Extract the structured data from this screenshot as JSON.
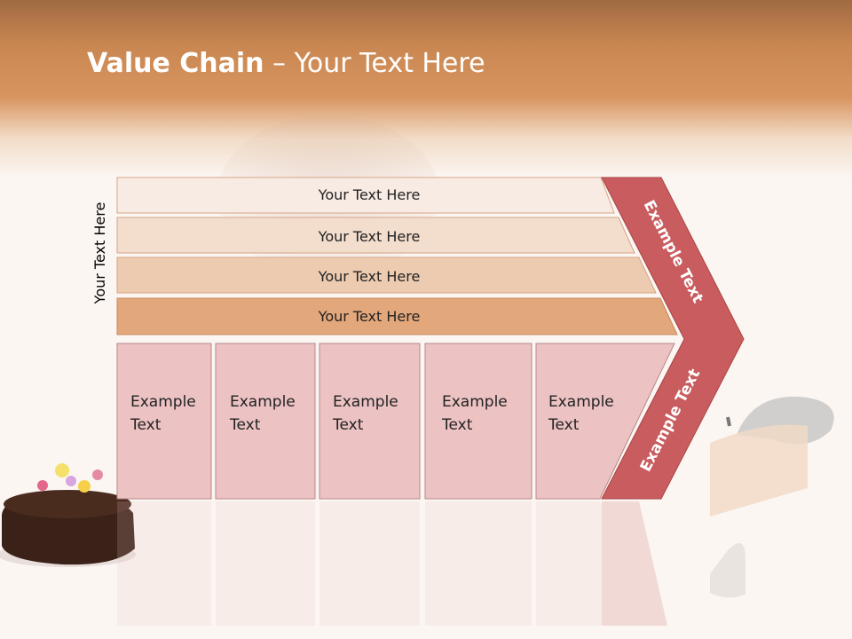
{
  "title": {
    "bold": "Value Chain",
    "rest": " – Your Text Here"
  },
  "side_label": "Your Text Here",
  "bars": [
    {
      "label": "Your Text Here",
      "color": "#f8ebe3"
    },
    {
      "label": "Your Text Here",
      "color": "#f3ddcc"
    },
    {
      "label": "Your Text Here",
      "color": "#edcbb0"
    },
    {
      "label": "Your Text Here",
      "color": "#e2a77b"
    }
  ],
  "columns": [
    {
      "line1": "Example",
      "line2": "Text"
    },
    {
      "line1": "Example",
      "line2": "Text"
    },
    {
      "line1": "Example",
      "line2": "Text"
    },
    {
      "line1": "Example",
      "line2": "Text"
    },
    {
      "line1": "Example",
      "line2": "Text"
    }
  ],
  "chevron": {
    "top_text": "Example Text",
    "bottom_text": "Example Text",
    "color": "#c95c5e"
  },
  "column_color": "#ecc2c3"
}
